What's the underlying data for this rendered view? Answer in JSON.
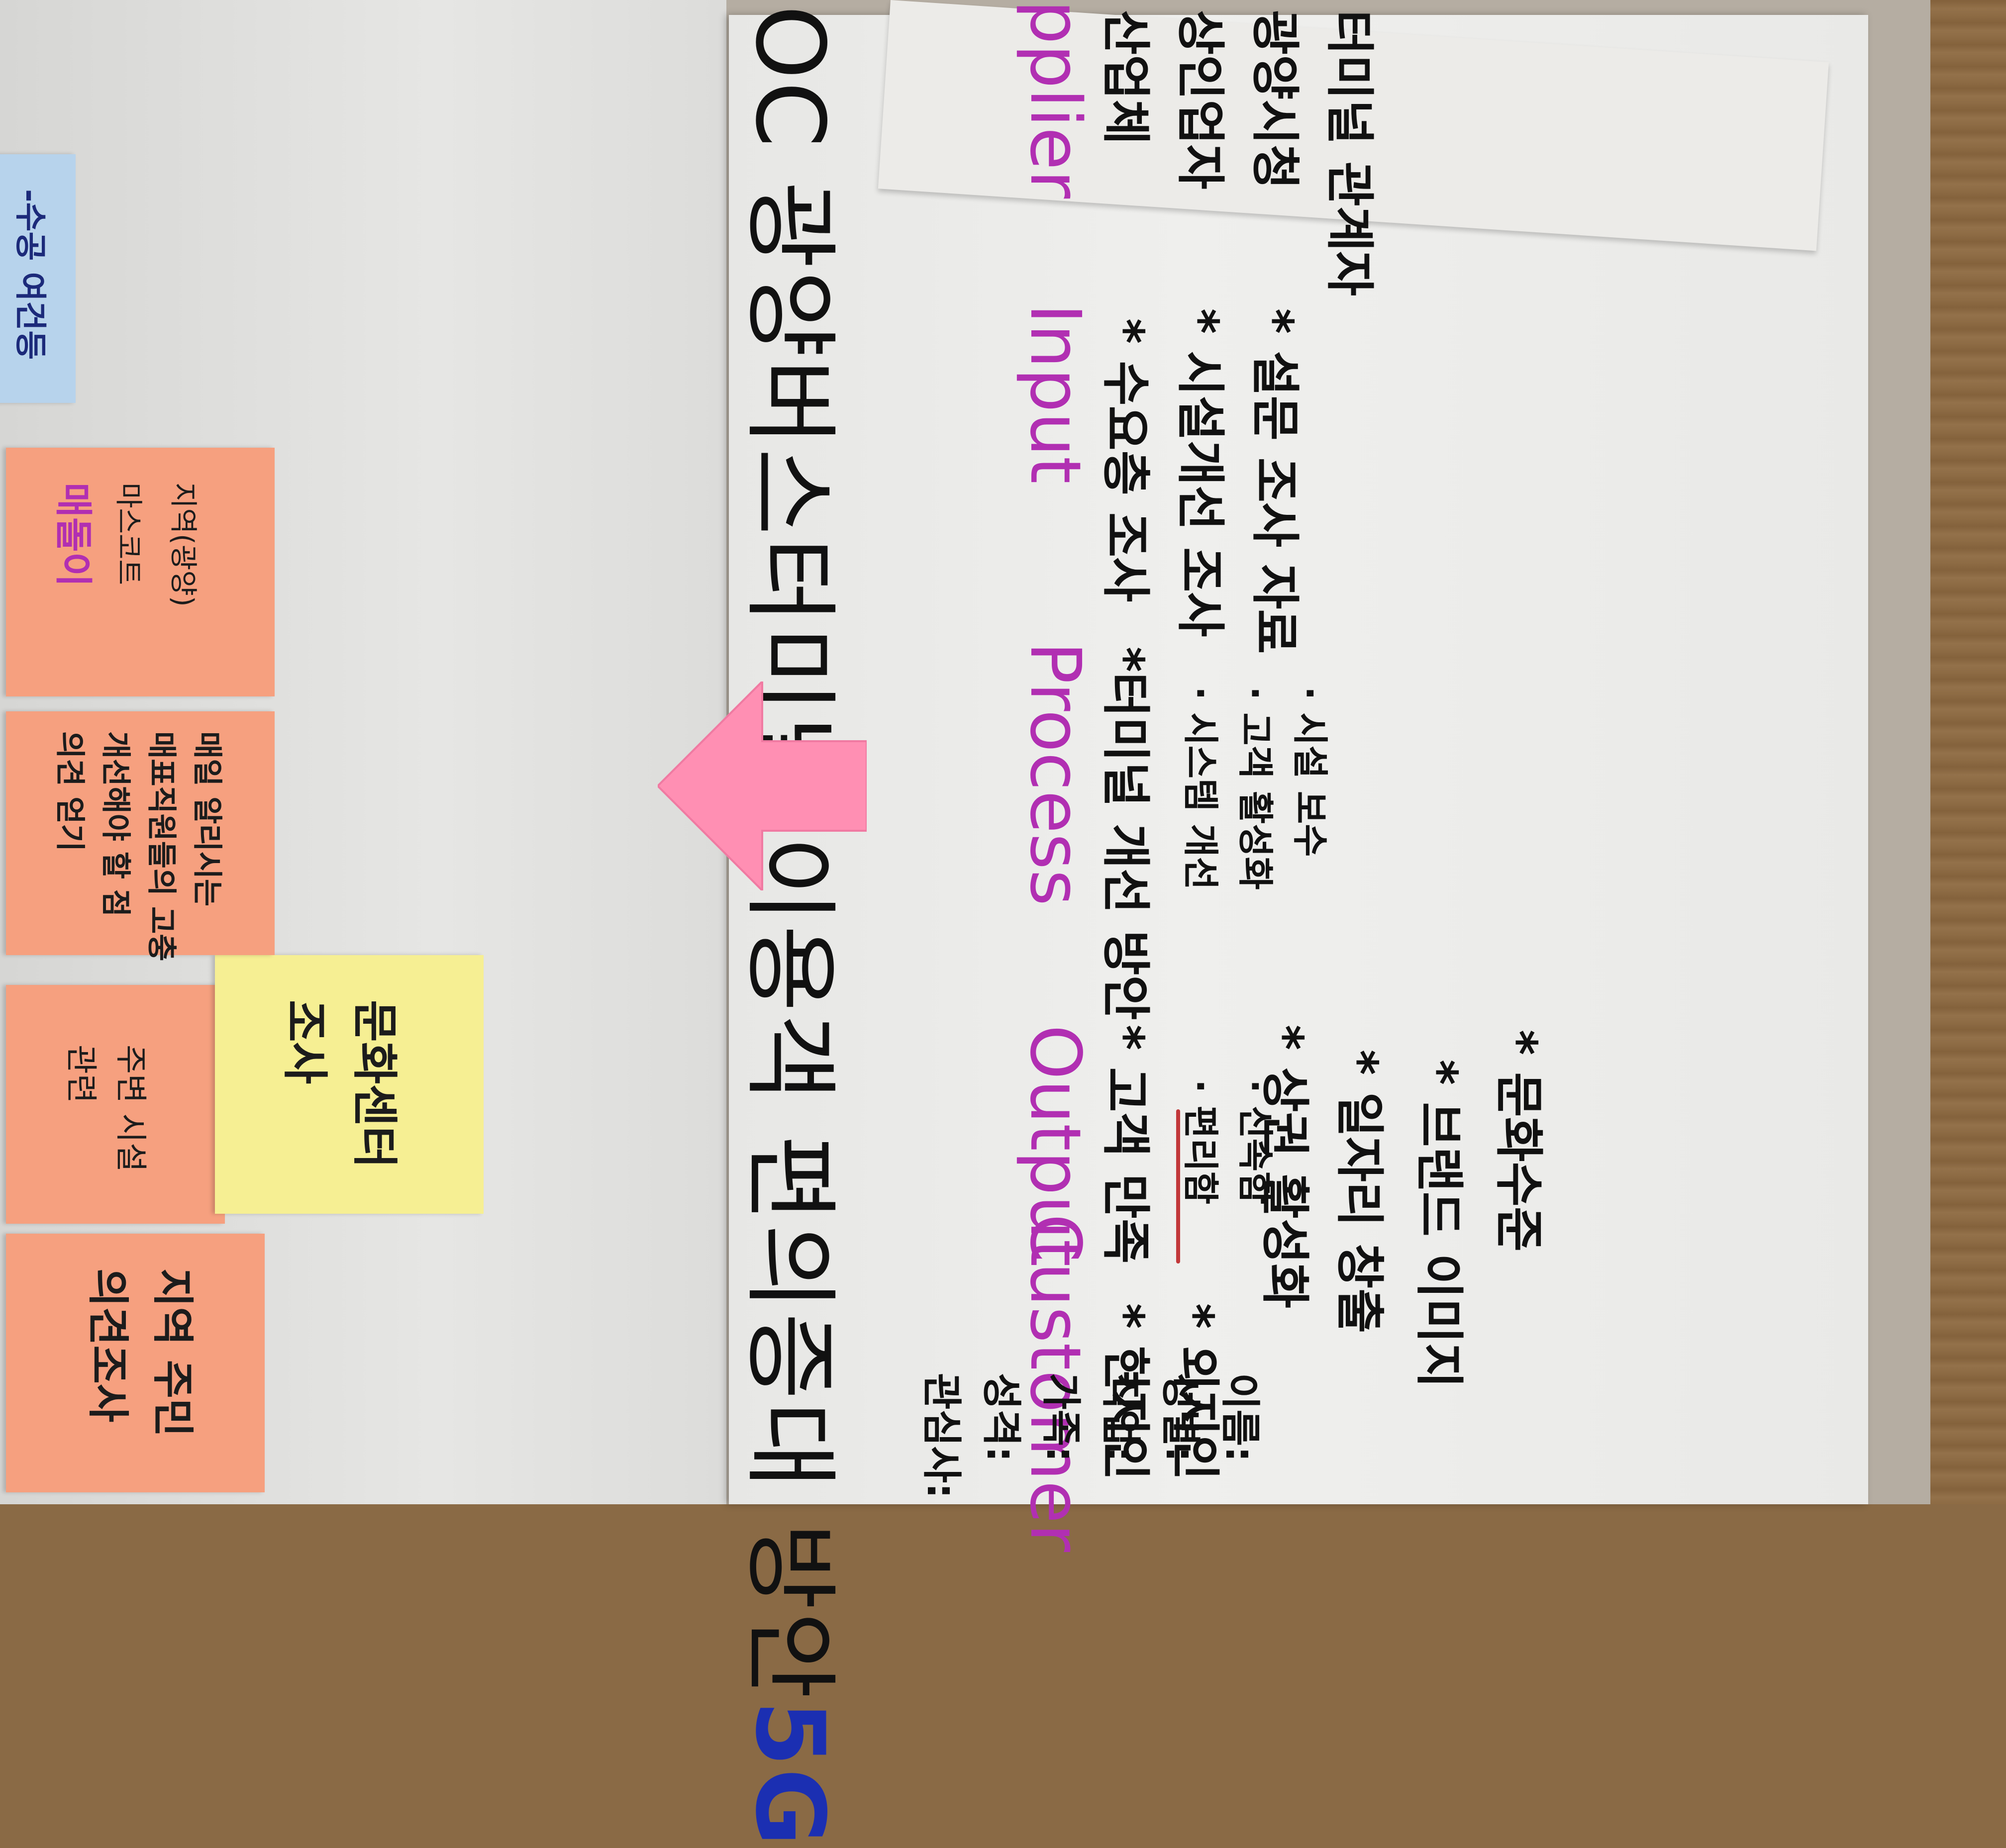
{
  "poster": {
    "title_prefix": "OC 광양버스터미널 이용객 편의증대 방안",
    "title_suffix": "5G",
    "columns": [
      "pplier",
      "Input",
      "Process",
      "Output",
      "Customer"
    ],
    "supplier": [
      "산업체",
      "상인업자",
      "광양시청",
      "터미널 관계자"
    ],
    "input": [
      "* 수요층 조사",
      "* 시설개선 조사",
      "* 설문 조사 자료"
    ],
    "process": {
      "main": "*터미널 개선 방안",
      "subs": [
        "· 시스템 개선",
        "· 고객 활성화",
        "· 시설 보수"
      ]
    },
    "output": {
      "main": "* 고객 만족",
      "subs": [
        "· 편리함",
        "· 신속함"
      ],
      "items": [
        "* 상권 활성화",
        "* 일자리 창출",
        "* 브랜드 이미지",
        "* 문화수준"
      ]
    },
    "customer": [
      "* 현지인",
      "* 외지인"
    ]
  },
  "sticky_notes": {
    "note1": {
      "lines": [
        "지역 주민",
        "의견조사"
      ]
    },
    "note2": {
      "lines": [
        "주변 시설",
        "관련"
      ]
    },
    "note3": {
      "lines": [
        "문화센터",
        "조사"
      ]
    },
    "note4": {
      "lines": [
        "매일 알리시는",
        "매표직원들의 고충",
        "개선해야 할 점",
        "의견 얻기"
      ]
    },
    "note5": {
      "lines": [
        "지역(광양)",
        "마스코트",
        "매돌이"
      ]
    },
    "note6": {
      "lines": [
        "-수공 여건등"
      ]
    }
  },
  "top_right_sheet": {
    "lines": [
      "이름:",
      "성별:",
      "직업:",
      "가족:",
      "성격:",
      "관심사:"
    ]
  },
  "colors": {
    "heading_purple": "#b12fb2",
    "title_blue": "#1b2fb2",
    "arrow_pink": "#ff8fb3",
    "sticky_orange": "#f6a07f",
    "sticky_yellow": "#f6ef93",
    "sticky_blue": "#b7d3ec"
  }
}
